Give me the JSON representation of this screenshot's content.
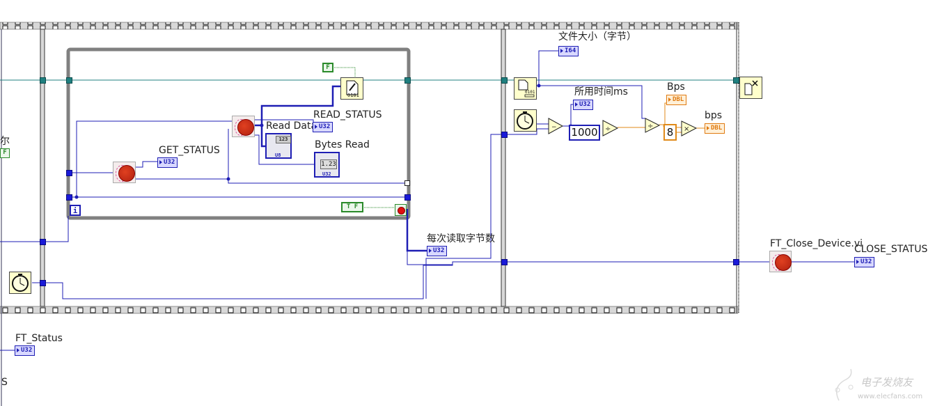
{
  "diagram": {
    "type": "LabVIEW block diagram",
    "structures": {
      "outer_sequence": "flat sequence structure",
      "while_loop": {
        "iteration_terminal": "i",
        "stop_constant": "TF"
      }
    },
    "labels": {
      "left_partial_label": "尔",
      "left_partial_bottom": "S",
      "get_status": "GET_STATUS",
      "read_status": "READ_STATUS",
      "read_data": "Read Data",
      "bytes_read": "Bytes Read",
      "bytes_per_read": "每次读取字节数",
      "file_size": "文件大小（字节）",
      "elapsed_ms": "所用时间ms",
      "bps_upper": "Bps",
      "bps_lower": "bps",
      "ft_close_device": "FT_Close_Device.vi",
      "close_status": "CLOSE_STATUS",
      "ft_status": "FT_Status"
    },
    "terminals": {
      "get_status": "U32",
      "read_status": "U32",
      "bytes_per_read": "U32",
      "file_size": "I64",
      "elapsed_ms": "U32",
      "bps_upper": "DBL",
      "bps_lower": "DBL",
      "close_status": "U32",
      "ft_status": "U32",
      "read_data_array": "U8",
      "bytes_read_indicator": "U32",
      "bytes_read_value": "1.23",
      "read_data_value": "123"
    },
    "constants": {
      "ms_divisor": "1000",
      "bits_per_byte": "8",
      "false_const": "F",
      "left_false_const": "F",
      "stop_bool": "T F"
    },
    "operators": {
      "subtract": "−",
      "divide": "÷",
      "multiply": "×"
    },
    "icons": {
      "write_binary": "0101",
      "file_size_fn": "0101"
    },
    "colors": {
      "wire_numeric": "#1e1eb4",
      "wire_refnum": "#1f7f7f",
      "wire_double": "#e08a1a",
      "wire_boolean": "#2a8a2a",
      "while_loop": "#808080",
      "sequence_frame": "#b0b0b0"
    },
    "watermark": {
      "text": "电子发烧友",
      "url": "www.elecfans.com"
    }
  }
}
